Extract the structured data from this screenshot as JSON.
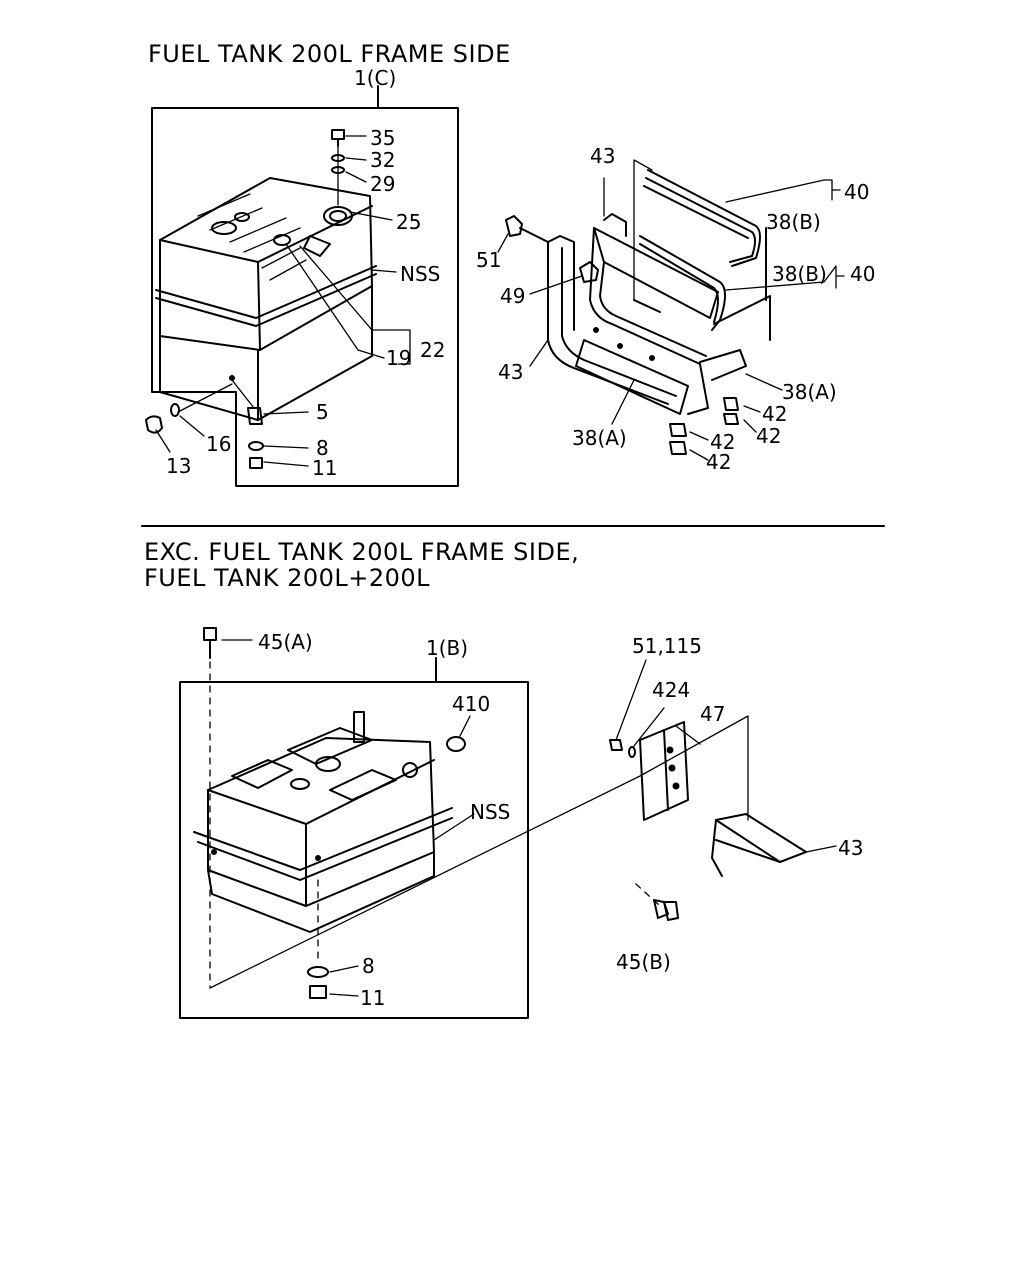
{
  "top_section": {
    "title": "FUEL TANK 200L FRAME SIDE",
    "labels": {
      "assembly": "1(C)",
      "p35": "35",
      "p32": "32",
      "p29": "29",
      "p25": "25",
      "nss": "NSS",
      "p22": "22",
      "p19": "19",
      "p5": "5",
      "p8": "8",
      "p11": "11",
      "p16": "16",
      "p13": "13",
      "p43_top": "43",
      "p40_a": "40",
      "p38b_a": "38(B)",
      "p51": "51",
      "p38b_b": "38(B)",
      "p40_b": "40",
      "p49": "49",
      "p43_left": "43",
      "p38a_right": "38(A)",
      "p42_a": "42",
      "p42_b": "42",
      "p38a_left": "38(A)",
      "p42_c": "42",
      "p42_d": "42"
    }
  },
  "bottom_section": {
    "title_line1": "EXC. FUEL TANK 200L FRAME SIDE,",
    "title_line2": "FUEL TANK 200L+200L",
    "labels": {
      "p45a": "45(A)",
      "assembly": "1(B)",
      "p410": "410",
      "nss": "NSS",
      "p8": "8",
      "p11": "11",
      "p51_115": "51,115",
      "p424": "424",
      "p47": "47",
      "p43": "43",
      "p45b": "45(B)"
    }
  }
}
